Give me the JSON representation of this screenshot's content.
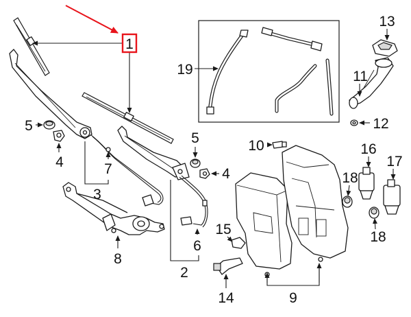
{
  "callouts": {
    "c1": "1",
    "c2": "2",
    "c3": "3",
    "c4a": "4",
    "c4b": "4",
    "c5a": "5",
    "c5b": "5",
    "c6": "6",
    "c7": "7",
    "c8": "8",
    "c9": "9",
    "c10": "10",
    "c11": "11",
    "c12": "12",
    "c13": "13",
    "c14": "14",
    "c15": "15",
    "c16": "16",
    "c17": "17",
    "c18a": "18",
    "c18b": "18",
    "c19": "19"
  },
  "colors": {
    "highlight": "#e8141b",
    "line": "#1a1a1a",
    "background": "#ffffff"
  },
  "highlighted_callout": "1"
}
